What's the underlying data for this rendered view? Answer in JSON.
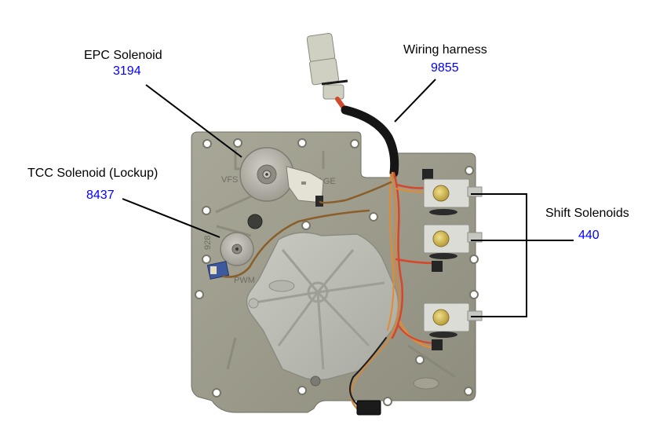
{
  "diagram": {
    "subject": "Transmission solenoid body assembly (photo)",
    "accent_color": "#0000ff",
    "text_color": "#000000",
    "callouts": [
      {
        "id": "epc",
        "name": "EPC Solenoid",
        "part_number": "3194"
      },
      {
        "id": "harness",
        "name": "Wiring harness",
        "part_number": "9855"
      },
      {
        "id": "tcc",
        "name": "TCC Solenoid (Lockup)",
        "part_number": "8437"
      },
      {
        "id": "shift",
        "name": "Shift Solenoids",
        "part_number": "440"
      }
    ],
    "plate_markings": {
      "vfs": "VFS",
      "page": "PAGE",
      "pwm": "PWM",
      "side_code": "928"
    }
  }
}
